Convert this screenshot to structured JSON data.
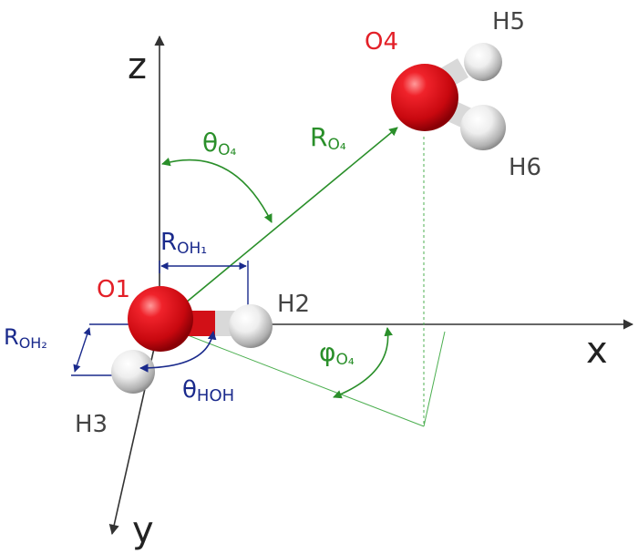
{
  "axes": {
    "x": "x",
    "y": "y",
    "z": "z"
  },
  "atoms": {
    "o1": "O1",
    "h2": "H2",
    "h3": "H3",
    "o4": "O4",
    "h5": "H5",
    "h6": "H6"
  },
  "params": {
    "theta_o4": {
      "main": "θ",
      "sub": "O₄"
    },
    "r_o4": {
      "main": "R",
      "sub": "O₄"
    },
    "r_oh1": {
      "main": "R",
      "sub": "OH₁"
    },
    "r_oh2": {
      "main": "R",
      "sub": "OH₂"
    },
    "theta_hoh": {
      "main": "θ",
      "sub": "HOH"
    },
    "phi_o4": {
      "main": "φ",
      "sub": "O₄"
    }
  },
  "colors": {
    "oxygen": "#e8141c",
    "oxygen_label": "#e32028",
    "hydrogen_label": "#444444",
    "green": "#2a8f2a",
    "blue": "#1a2a8c",
    "axis": "#333333"
  }
}
